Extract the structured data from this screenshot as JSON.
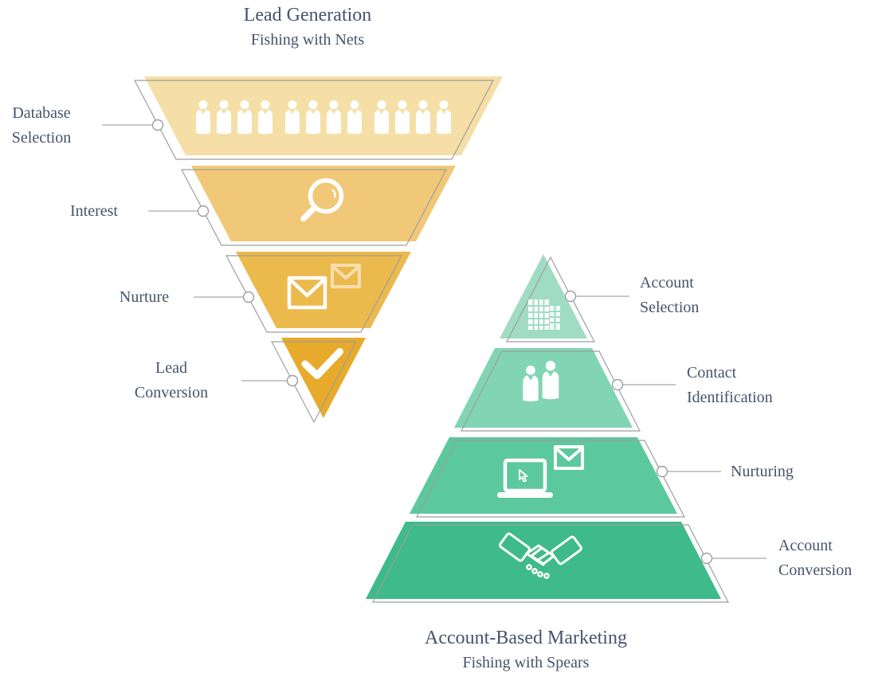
{
  "colors": {
    "text": "#44546a",
    "outline": "#9e9e9e",
    "connector": "#b5b5b5",
    "icon": "#ffffff",
    "background": "#ffffff"
  },
  "funnel": {
    "title": "Lead Generation",
    "subtitle": "Fishing with Nets",
    "levels": [
      {
        "label": "Database Selection",
        "color": "#f5dfa6",
        "icon": "people-group-icon"
      },
      {
        "label": "Interest",
        "color": "#f0c877",
        "icon": "search-icon"
      },
      {
        "label": "Nurture",
        "color": "#ecb94d",
        "icon": "mail-icon"
      },
      {
        "label": "Lead Conversion",
        "color": "#e7aa2b",
        "icon": "check-icon"
      }
    ]
  },
  "pyramid": {
    "title": "Account-Based Marketing",
    "subtitle": "Fishing with Spears",
    "levels": [
      {
        "label": "Account Selection",
        "color": "#a0dcc4",
        "icon": "building-icon"
      },
      {
        "label": "Contact Identification",
        "color": "#82d5b4",
        "icon": "people-pair-icon"
      },
      {
        "label": "Nurturing",
        "color": "#5cc89e",
        "icon": "laptop-mail-icon"
      },
      {
        "label": "Account Conversion",
        "color": "#3eba8b",
        "icon": "handshake-icon"
      }
    ]
  }
}
